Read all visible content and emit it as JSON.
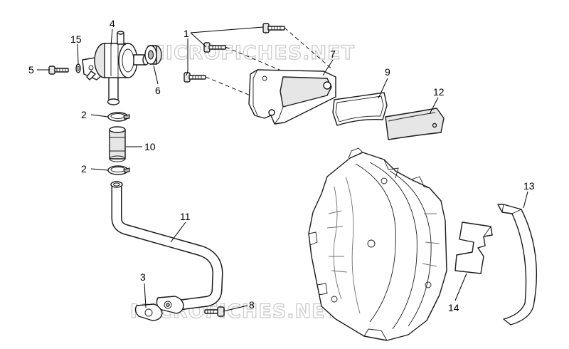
{
  "watermark": "MICROFICHES.NET",
  "labels": {
    "p1": "1",
    "p2a": "2",
    "p2b": "2",
    "p3": "3",
    "p4": "4",
    "p5": "5",
    "p6": "6",
    "p7": "7",
    "p8": "8",
    "p9": "9",
    "p10": "10",
    "p11": "11",
    "p12": "12",
    "p13": "13",
    "p14": "14",
    "p15": "15"
  }
}
